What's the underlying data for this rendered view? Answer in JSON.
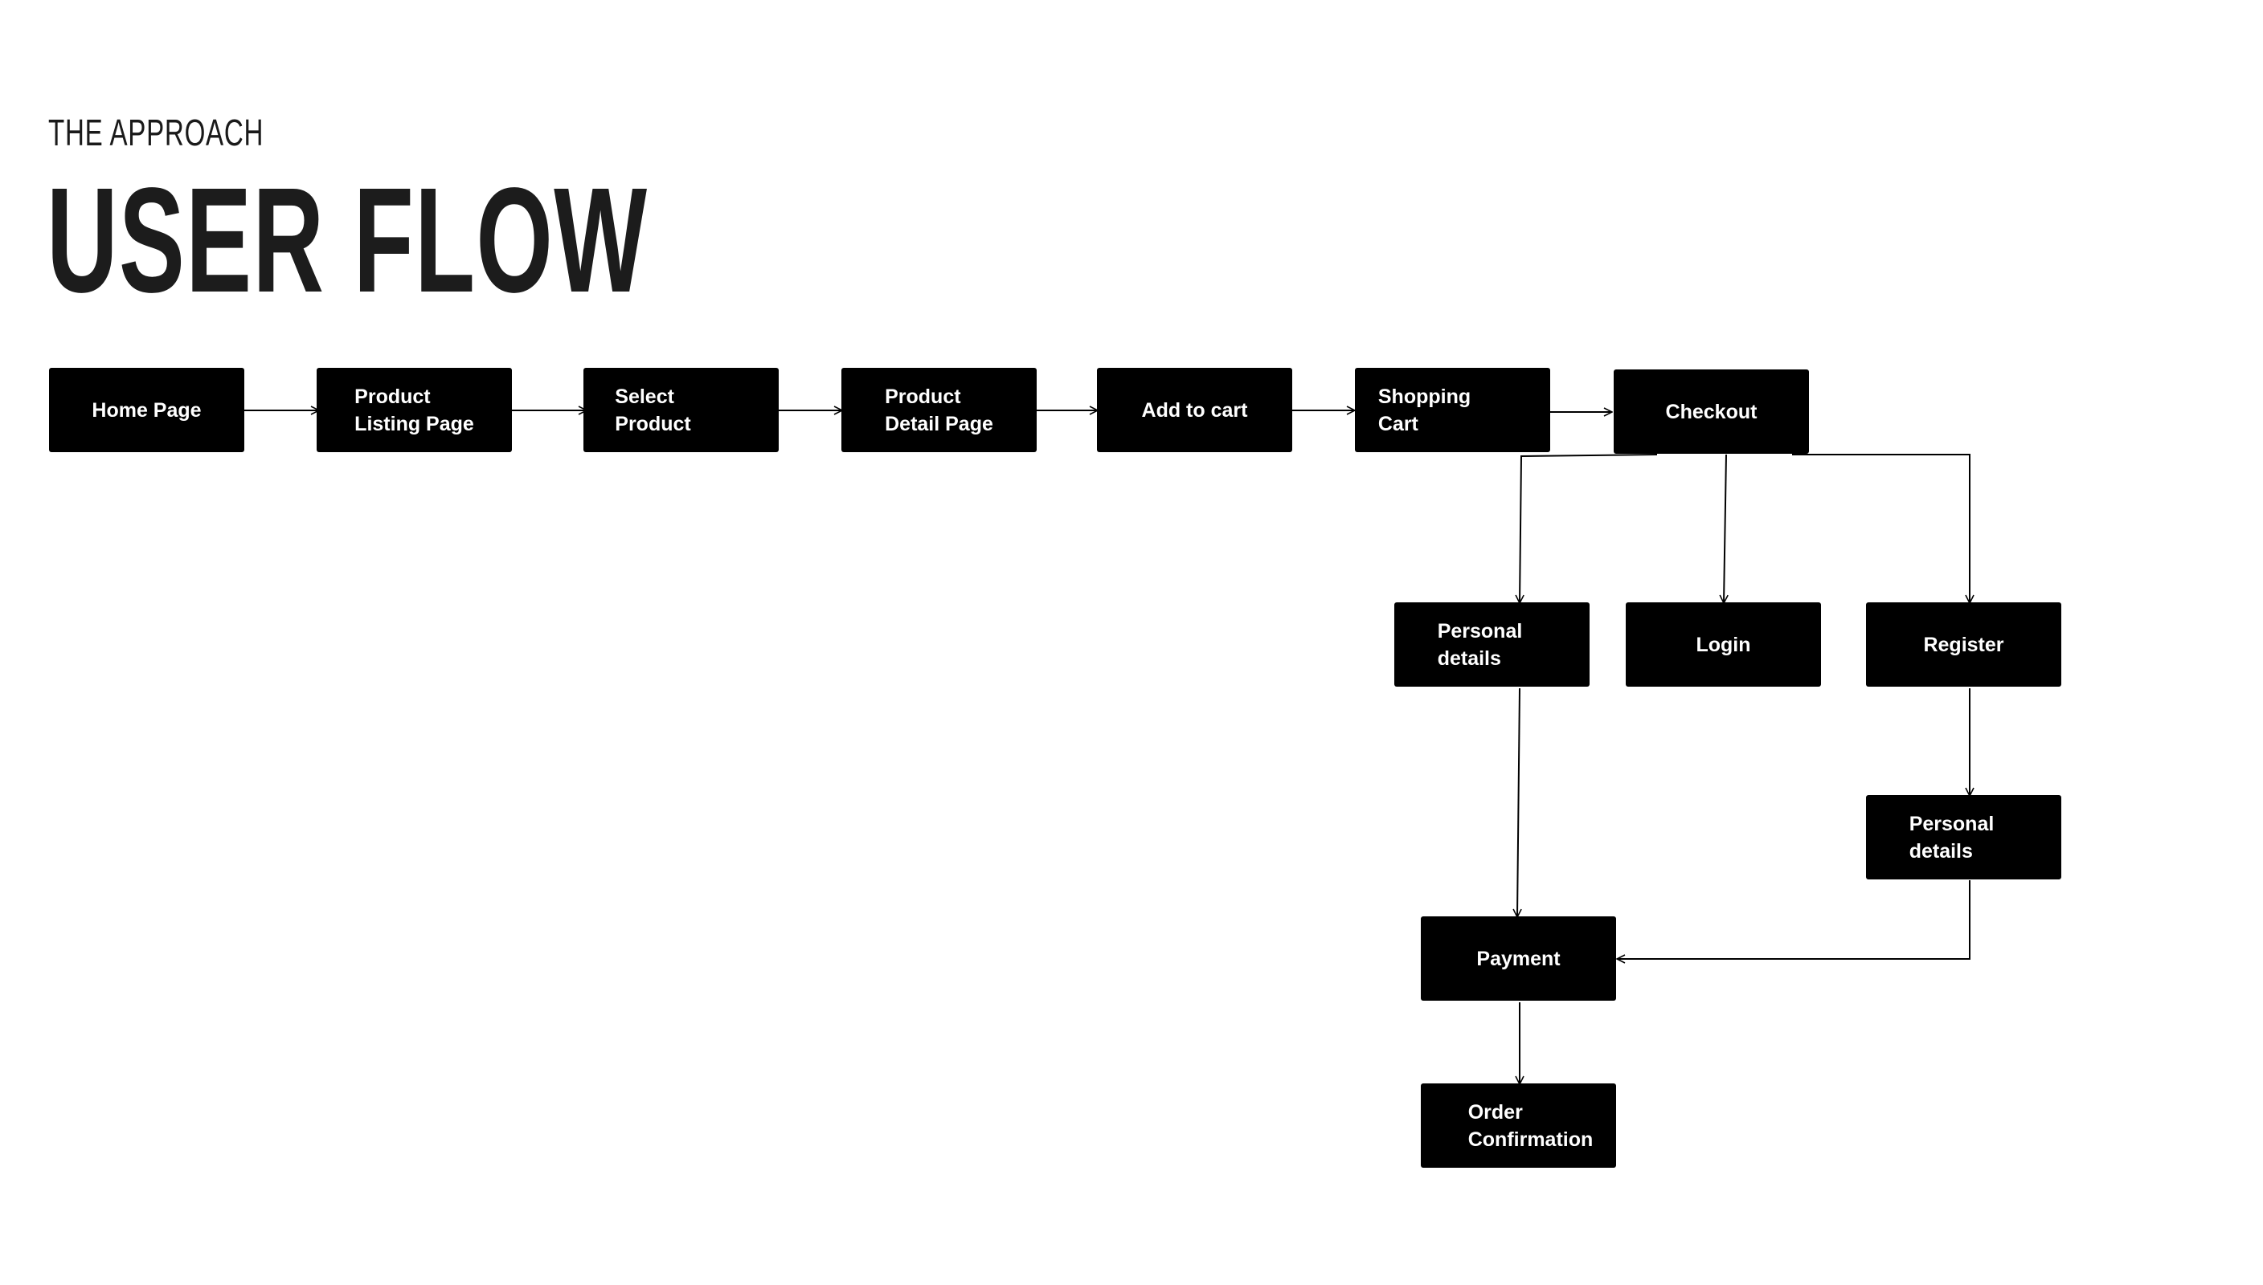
{
  "header": {
    "eyebrow": "THE APPROACH",
    "title": "USER FLOW"
  },
  "colors": {
    "node_fill": "#000000",
    "node_text": "#ffffff",
    "connector": "#000000",
    "background": "#ffffff"
  },
  "flow": {
    "nodes": {
      "home_page": "Home Page",
      "product_listing_page": "Product\nListing Page",
      "select_product": "Select\nProduct",
      "product_detail_page": "Product\nDetail Page",
      "add_to_cart": "Add to cart",
      "shopping_cart": "Shopping\nCart",
      "checkout": "Checkout",
      "personal_details_guest": "Personal\ndetails",
      "login": "Login",
      "register": "Register",
      "personal_details_register": "Personal\ndetails",
      "payment": "Payment",
      "order_confirmation": "Order\nConfirmation"
    },
    "edges": [
      [
        "home_page",
        "product_listing_page"
      ],
      [
        "product_listing_page",
        "select_product"
      ],
      [
        "select_product",
        "product_detail_page"
      ],
      [
        "product_detail_page",
        "add_to_cart"
      ],
      [
        "add_to_cart",
        "shopping_cart"
      ],
      [
        "shopping_cart",
        "checkout"
      ],
      [
        "checkout",
        "personal_details_guest"
      ],
      [
        "checkout",
        "login"
      ],
      [
        "checkout",
        "register"
      ],
      [
        "register",
        "personal_details_register"
      ],
      [
        "personal_details_guest",
        "payment"
      ],
      [
        "personal_details_register",
        "payment"
      ],
      [
        "payment",
        "order_confirmation"
      ]
    ]
  }
}
